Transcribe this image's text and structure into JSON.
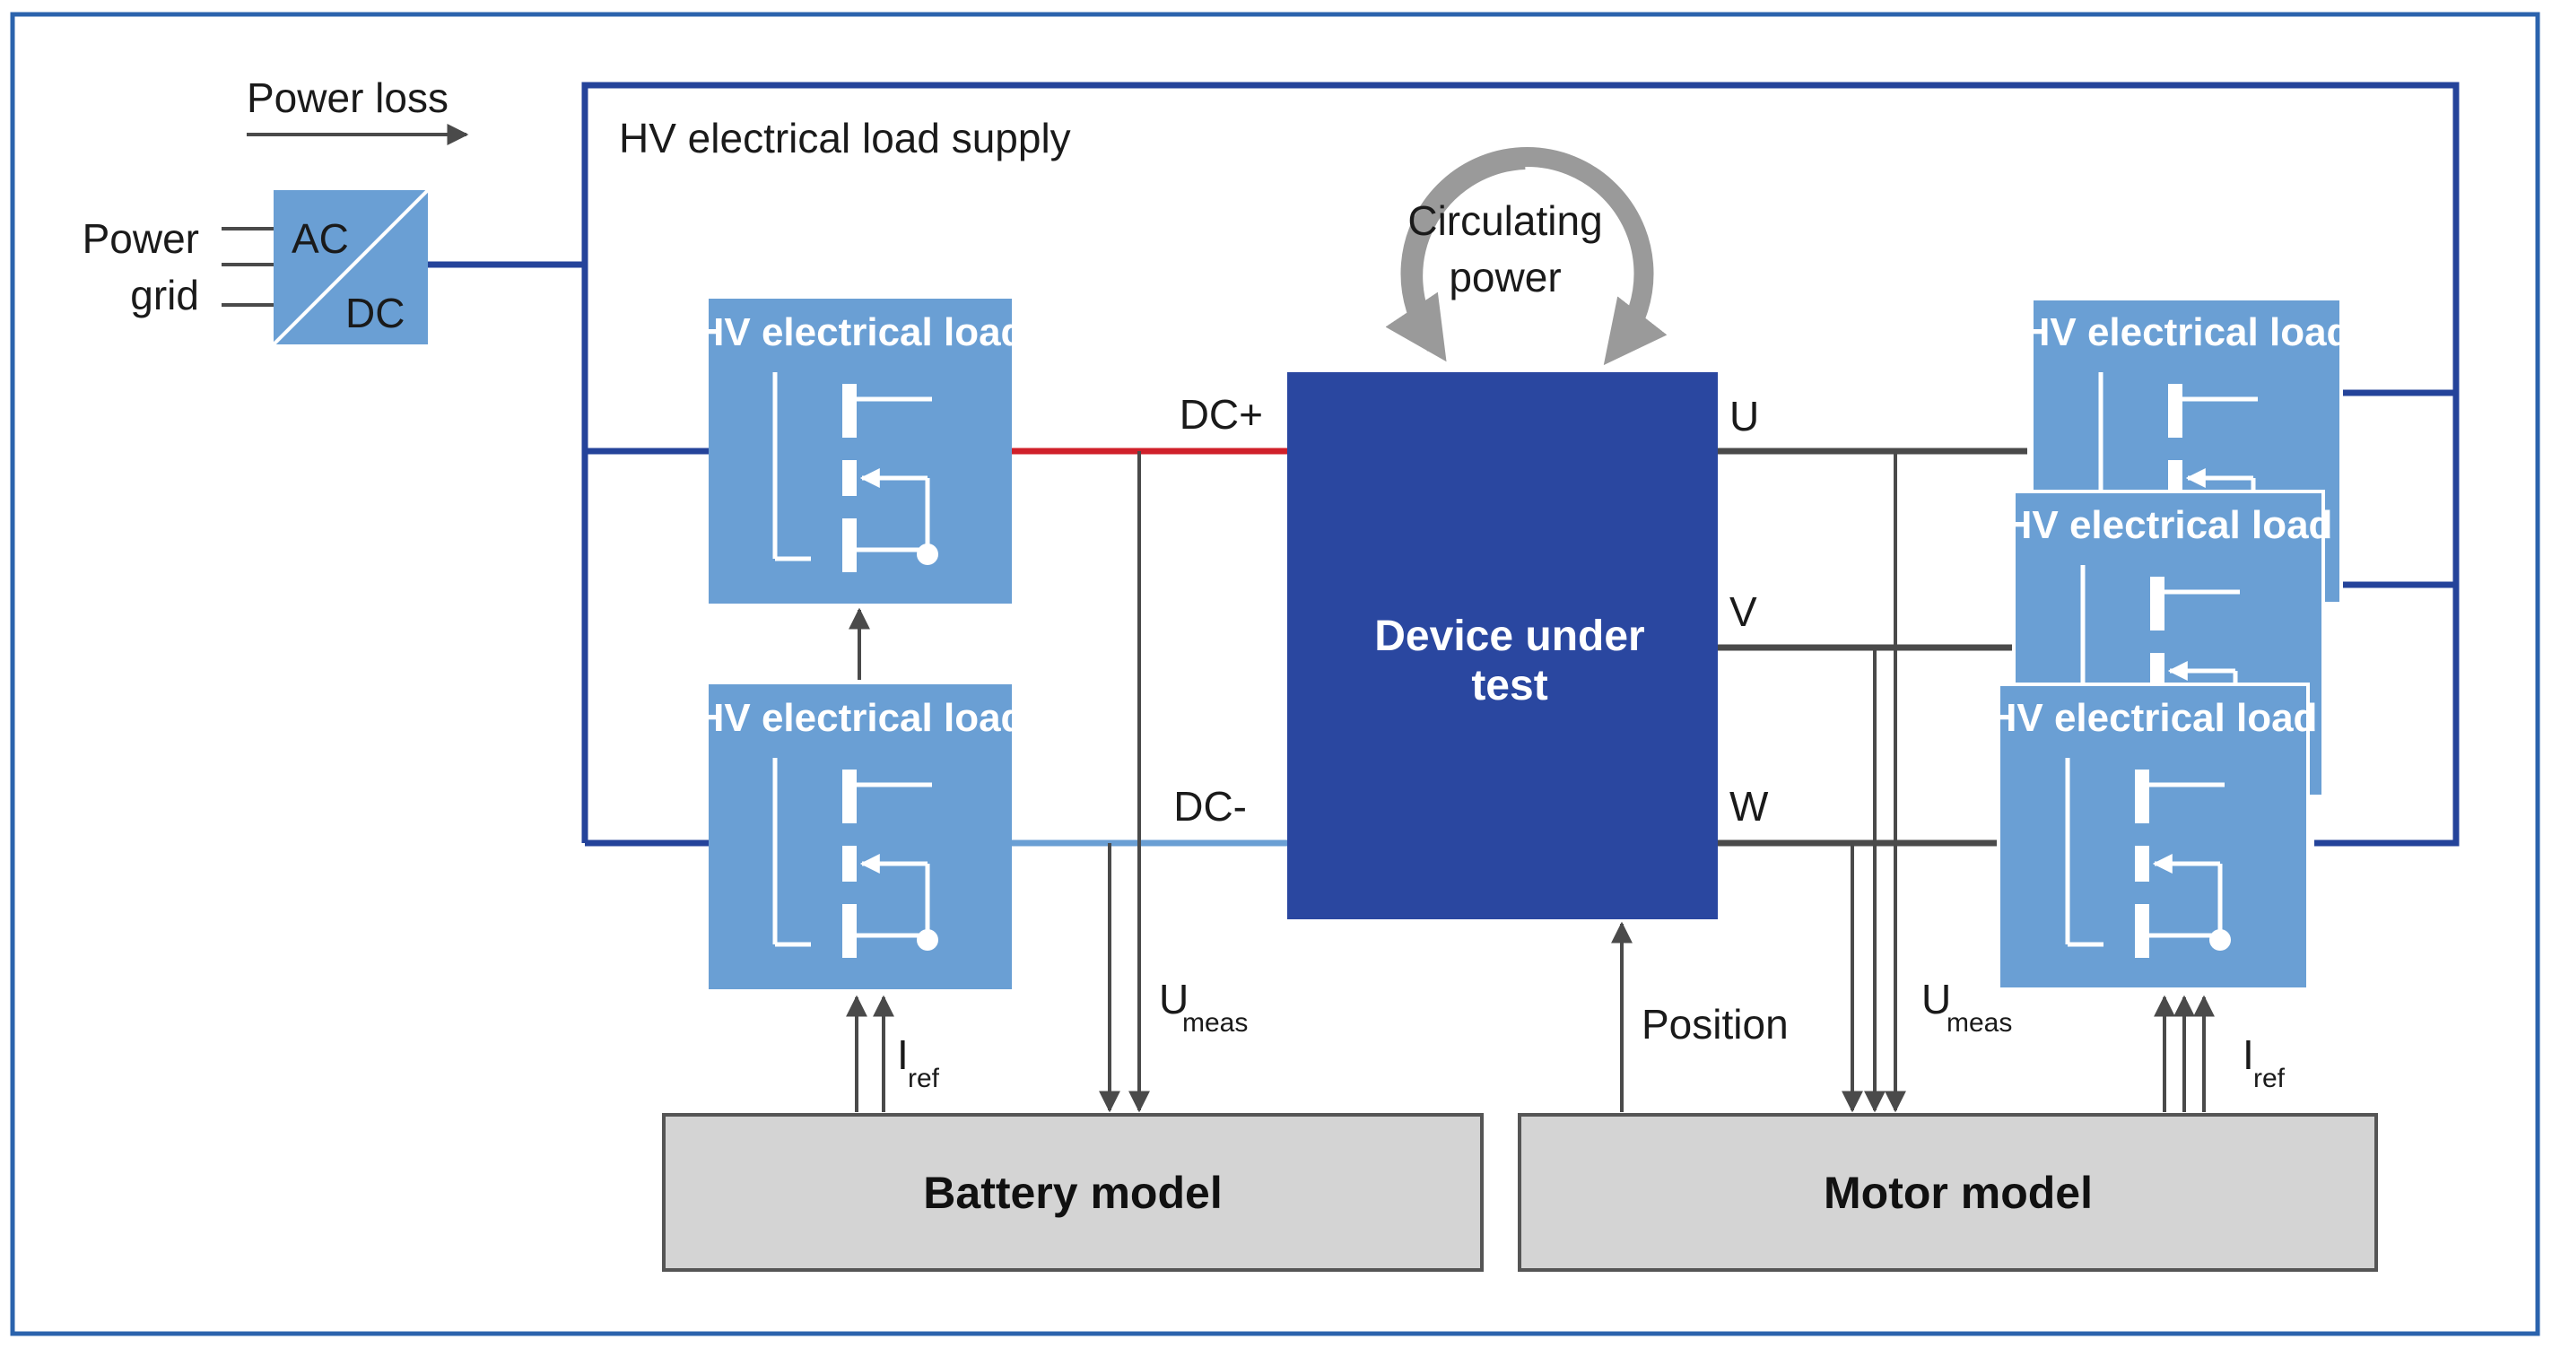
{
  "labels": {
    "power_loss": "Power loss",
    "hv_supply": "HV electrical load supply",
    "power_grid_1": "Power",
    "power_grid_2": "grid",
    "ac": "AC",
    "dc": "DC",
    "circulating_1": "Circulating",
    "circulating_2": "power",
    "hv_load": "HV electrical load",
    "dut_1": "Device under",
    "dut_2": "test",
    "dc_plus": "DC+",
    "dc_minus": "DC-",
    "u": "U",
    "v": "V",
    "w": "W",
    "umeas_main": "U",
    "umeas_sub": "meas",
    "iref_main": "I",
    "iref_sub": "ref",
    "position": "Position",
    "battery_model": "Battery model",
    "motor_model": "Motor model"
  },
  "colors": {
    "frame": "#2b63ad",
    "bus": "#24439a",
    "load_box": "#6a9fd4",
    "dut": "#2a47a0",
    "dc_plus_line": "#d0202a",
    "dc_minus_line": "#6a9fd4",
    "phase_line": "#4a4a4a",
    "model_box": "#d4d4d4",
    "circulating_arrow": "#9a9a9a"
  }
}
